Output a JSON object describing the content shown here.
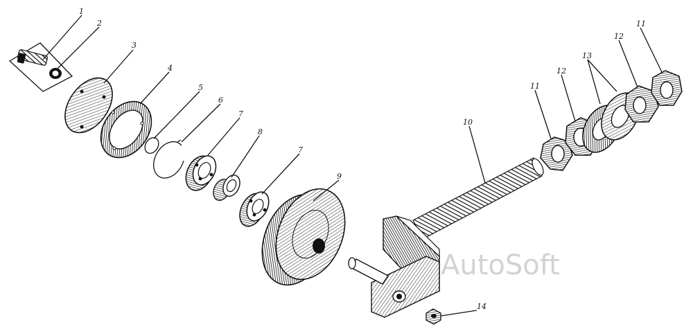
{
  "diagram": {
    "watermark": "AutoSoft",
    "callouts": [
      {
        "key": "c1",
        "label": "1"
      },
      {
        "key": "c2",
        "label": "2"
      },
      {
        "key": "c3",
        "label": "3"
      },
      {
        "key": "c4",
        "label": "4"
      },
      {
        "key": "c5",
        "label": "5"
      },
      {
        "key": "c6",
        "label": "6"
      },
      {
        "key": "c7a",
        "label": "7"
      },
      {
        "key": "c8",
        "label": "8"
      },
      {
        "key": "c7b",
        "label": "7"
      },
      {
        "key": "c9",
        "label": "9"
      },
      {
        "key": "c10",
        "label": "10"
      },
      {
        "key": "c11a",
        "label": "11"
      },
      {
        "key": "c12a",
        "label": "12"
      },
      {
        "key": "c13",
        "label": "13"
      },
      {
        "key": "c12b",
        "label": "12"
      },
      {
        "key": "c11b",
        "label": "11"
      },
      {
        "key": "c14",
        "label": "14"
      }
    ],
    "parts": [
      {
        "key": "bolt",
        "icon": "bolt-icon"
      },
      {
        "key": "washer",
        "icon": "washer-icon"
      },
      {
        "key": "cover",
        "icon": "cover-plate-icon"
      },
      {
        "key": "gasket",
        "icon": "gasket-icon"
      },
      {
        "key": "ring",
        "icon": "retaining-ring-icon"
      },
      {
        "key": "snap-ring",
        "icon": "snap-ring-icon"
      },
      {
        "key": "bearing-1",
        "icon": "ball-bearing-icon"
      },
      {
        "key": "spacer",
        "icon": "spacer-bushing-icon"
      },
      {
        "key": "bearing-2",
        "icon": "ball-bearing-icon"
      },
      {
        "key": "pulley",
        "icon": "pulley-icon"
      },
      {
        "key": "bracket",
        "icon": "bracket-axle-icon"
      },
      {
        "key": "nut-11a",
        "icon": "hex-nut-icon"
      },
      {
        "key": "nut-12a",
        "icon": "hex-nut-icon"
      },
      {
        "key": "washers-13",
        "icon": "flat-washer-icon"
      },
      {
        "key": "nut-12b",
        "icon": "hex-nut-icon"
      },
      {
        "key": "nut-11b",
        "icon": "hex-nut-icon"
      },
      {
        "key": "grease-fitting",
        "icon": "grease-fitting-icon"
      }
    ]
  }
}
